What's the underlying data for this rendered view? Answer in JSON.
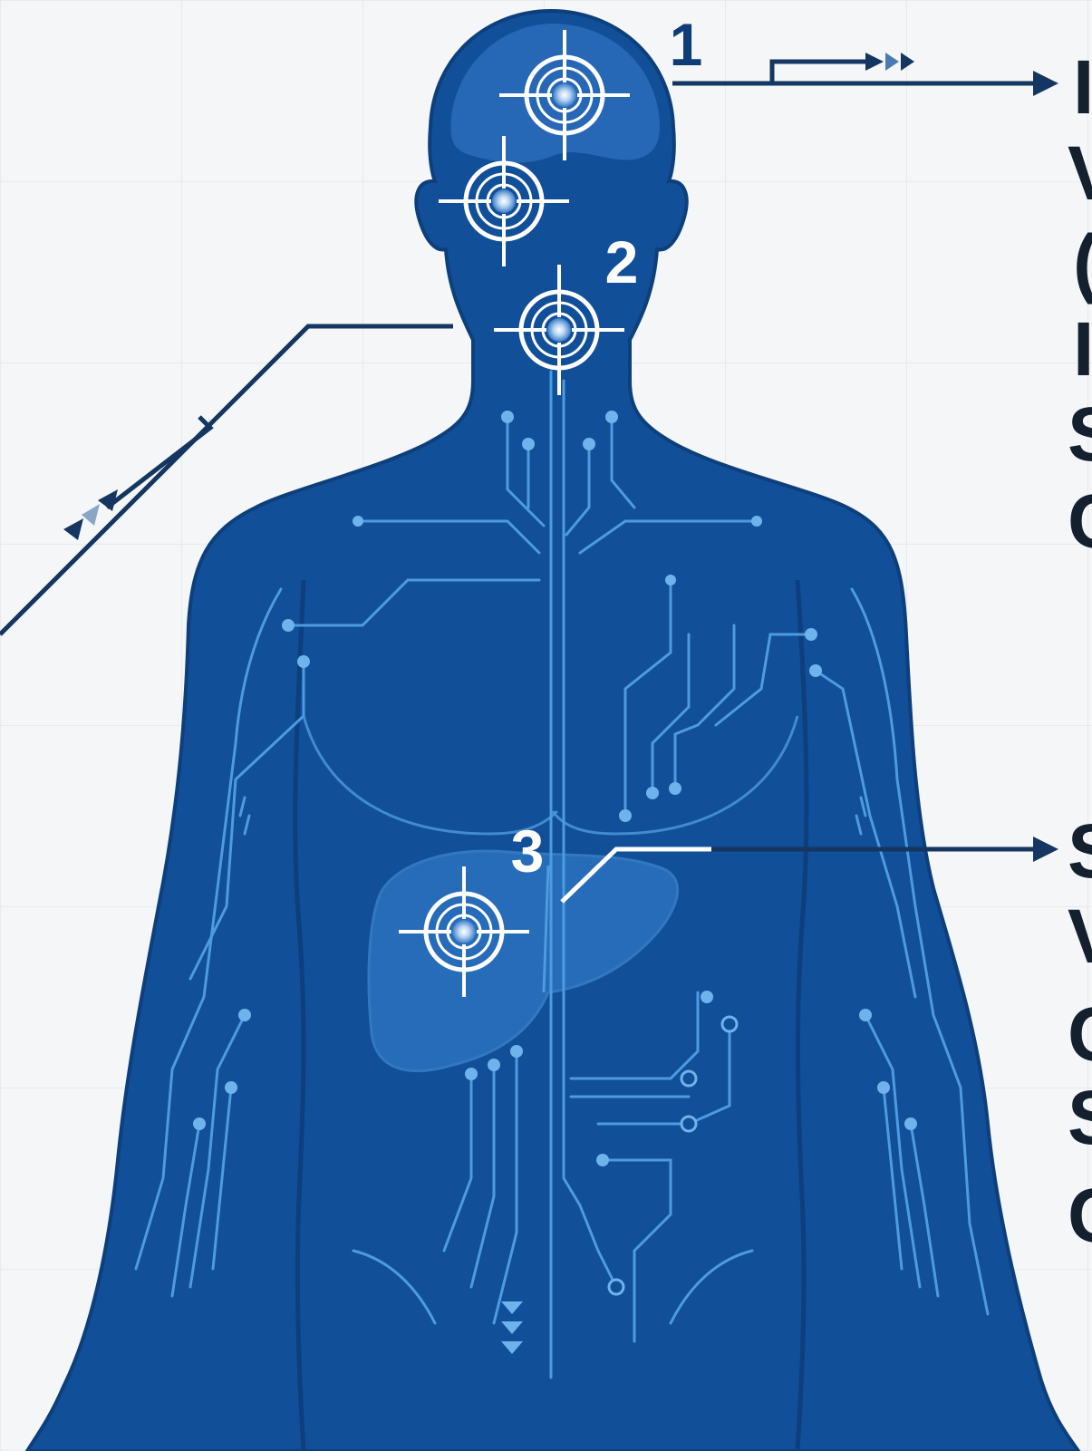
{
  "callouts": [
    {
      "number": "1",
      "color": "#0f3b78"
    },
    {
      "number": "2",
      "color": "#ffffff"
    },
    {
      "number": "3",
      "color": "#ffffff"
    }
  ],
  "right_edge_text": {
    "block_1": [
      "I",
      "V",
      "(",
      "I",
      "S",
      "C"
    ],
    "block_2": [
      "S",
      "V",
      "C",
      "S",
      "C"
    ]
  },
  "colors": {
    "background": "#f4f6f8",
    "grid": "#e2e7ec",
    "body_fill": "#114f98",
    "body_outline": "#0d3f7c",
    "circuit": "#4d9be0",
    "highlight": "#3a84d4",
    "target": "#ffffff",
    "leader_line": "#143660",
    "edge_text": "#14202e"
  },
  "icons": [
    "crosshair-target-icon",
    "arrow-right-icon",
    "double-chevron-icon",
    "triple-triangle-down-icon"
  ]
}
